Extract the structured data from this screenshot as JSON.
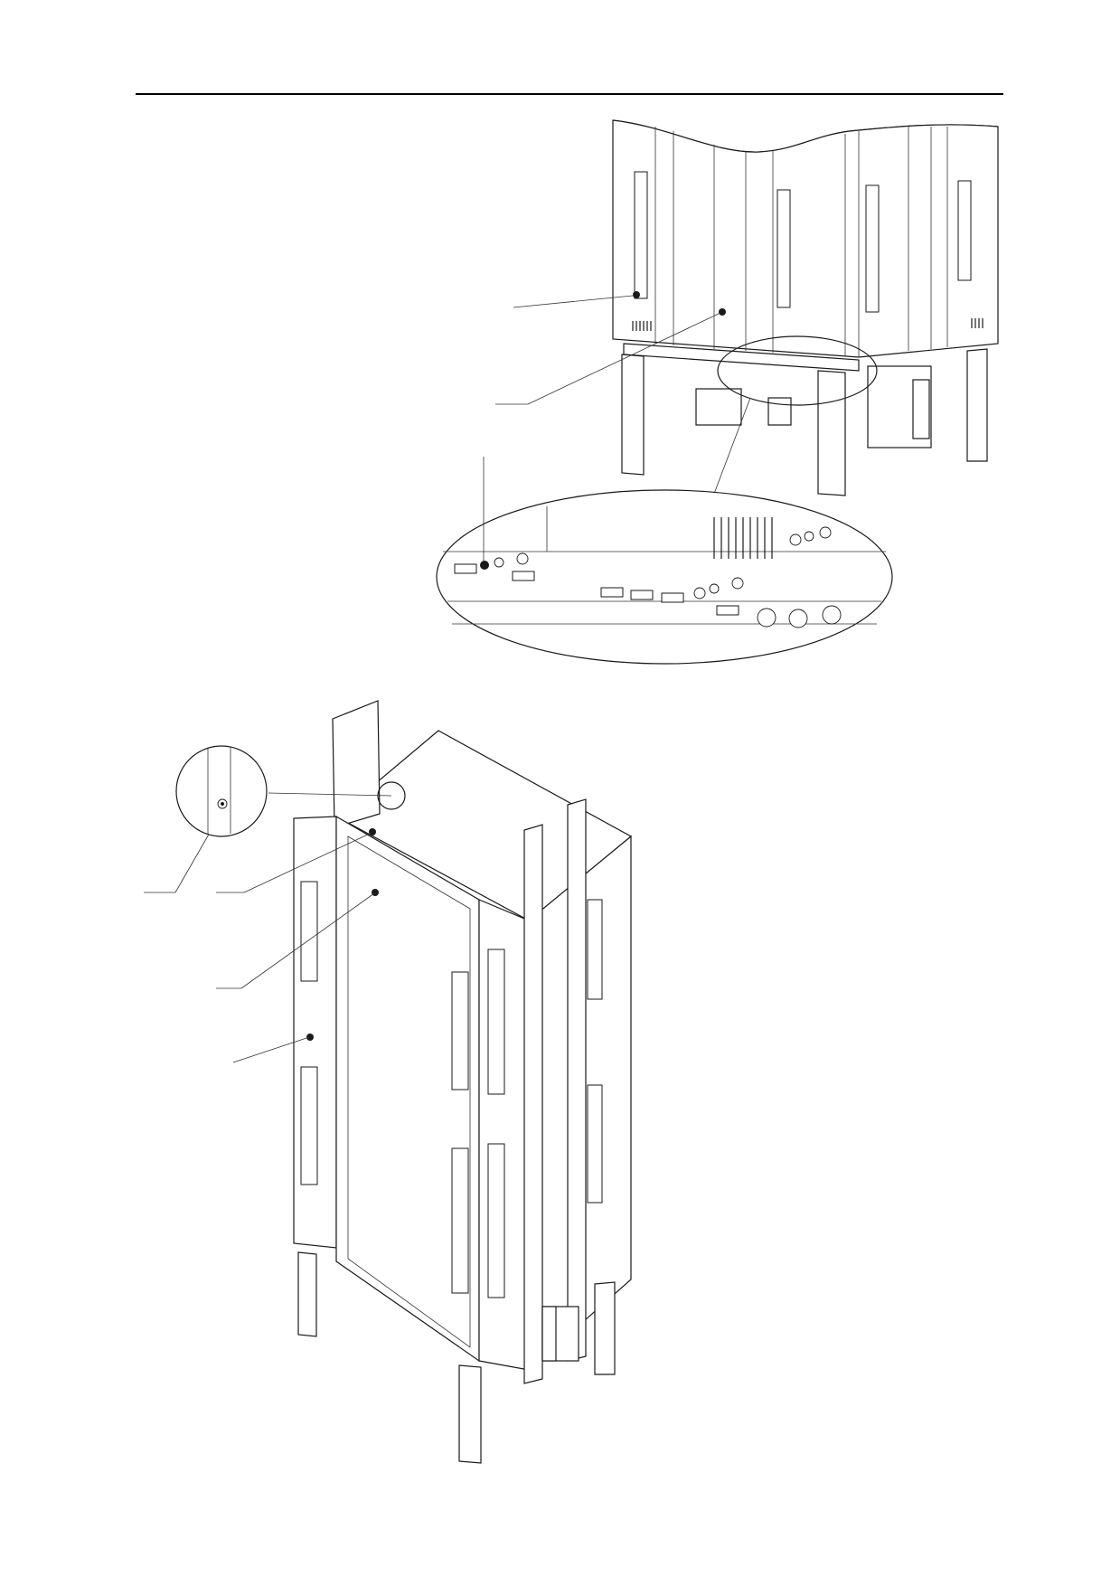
{
  "document": {
    "header_rule": true
  },
  "colors": {
    "line": "#1a1a1a",
    "background": "#ffffff"
  },
  "figures": [
    {
      "name": "cabinet-base-detail",
      "callouts": 3,
      "detail_view": "enlarged-bolted-joint"
    },
    {
      "name": "cabinet-assembly-isometric",
      "callouts": 4,
      "detail_view": "enlarged-panel-fastener"
    }
  ]
}
